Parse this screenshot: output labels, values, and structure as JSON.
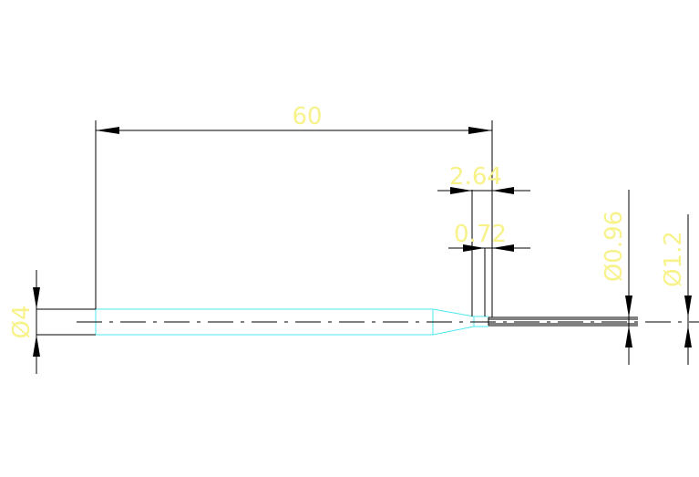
{
  "drawing": {
    "dimensions": {
      "length_overall": "60",
      "tip_length": "2.64",
      "tip_step": "0.72",
      "shank_diameter": "Ø4",
      "tip_inner_diameter": "Ø0.96",
      "tip_outer_diameter": "Ø1.2"
    },
    "colors": {
      "background": "#ffffff",
      "dimension_lines": "#000000",
      "dimension_text": "#f7f28a",
      "part_outline": "#4de8ee",
      "centerline": "#000000"
    }
  }
}
